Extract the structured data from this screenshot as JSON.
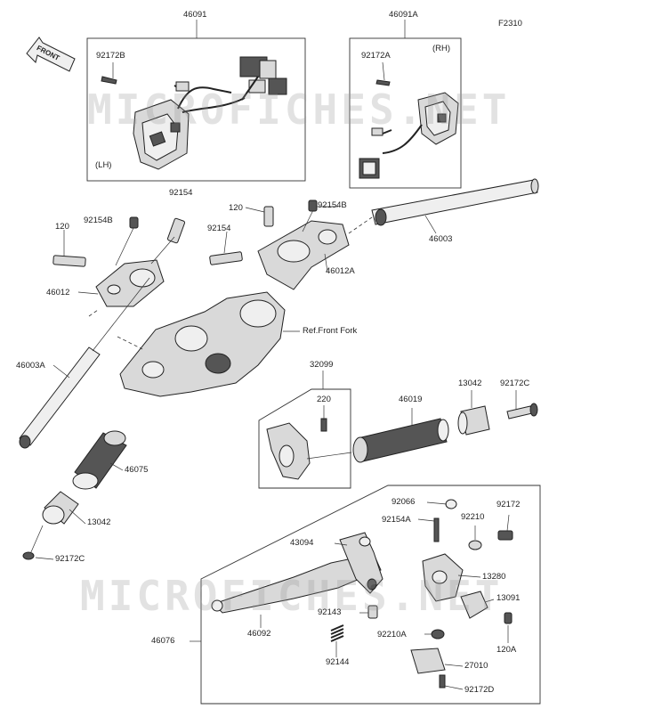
{
  "figure_code": "F2310",
  "front_label": "FRONT",
  "watermark": "MICROFICHES.NET",
  "labels": {
    "p46091": "46091",
    "p46091A": "46091A",
    "p92172B": "92172B",
    "p92172A": "92172A",
    "rh": "(RH)",
    "lh": "(LH)",
    "p92154_left": "92154",
    "p92154B_left": "92154B",
    "p120_left": "120",
    "p46012": "46012",
    "p120_right": "120",
    "p92154B_right": "92154B",
    "p92154_right": "92154",
    "p46012A": "46012A",
    "p46003": "46003",
    "ref_front_fork": "Ref.Front Fork",
    "p46003A": "46003A",
    "p32099": "32099",
    "p220": "220",
    "p46019": "46019",
    "p13042_right": "13042",
    "p92172C_right": "92172C",
    "p46075": "46075",
    "p13042_left": "13042",
    "p92172C_left": "92172C",
    "p92066": "92066",
    "p92154A": "92154A",
    "p92210": "92210",
    "p92172": "92172",
    "p43094": "43094",
    "p13280": "13280",
    "p13091": "13091",
    "p46076": "46076",
    "p46092": "46092",
    "p92143": "92143",
    "p92210A": "92210A",
    "p120A": "120A",
    "p92144": "92144",
    "p27010": "27010",
    "p92172D": "92172D"
  }
}
